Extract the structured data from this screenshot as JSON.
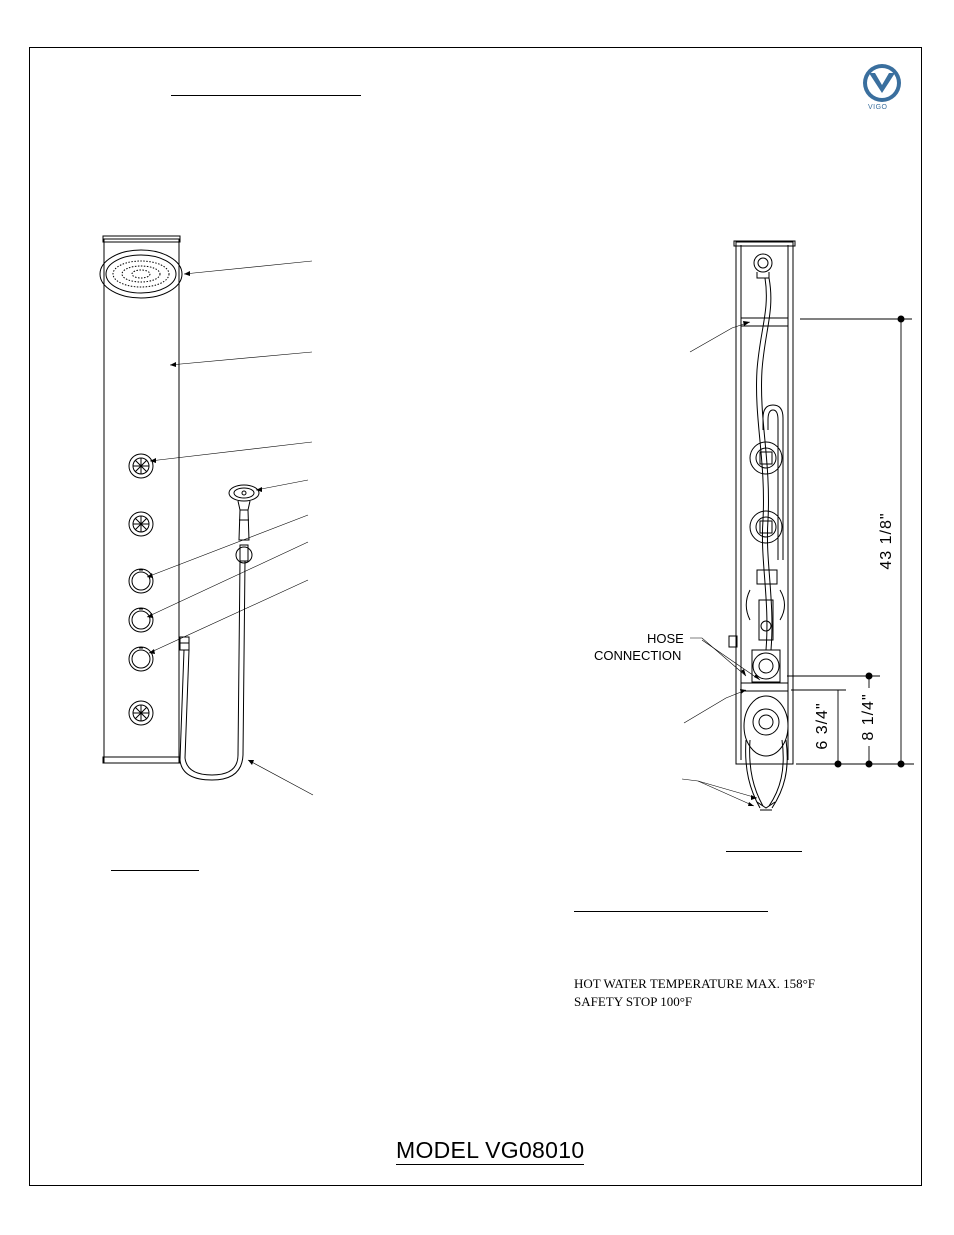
{
  "brand": {
    "name": "VIGO",
    "color": "#3a6f9e",
    "icon": "vigo-v-logo-icon"
  },
  "labels": {
    "hose_connection": [
      "HOSE",
      "CONNECTION"
    ]
  },
  "dimensions": {
    "overall": "43 1/8\"",
    "mid": "8 1/4\"",
    "lower": "6 3/4\""
  },
  "notes": {
    "line1": "HOT WATER TEMPERATURE MAX. 158°F",
    "line2": "SAFETY STOP 100°F"
  },
  "model": "MODEL VG08010"
}
